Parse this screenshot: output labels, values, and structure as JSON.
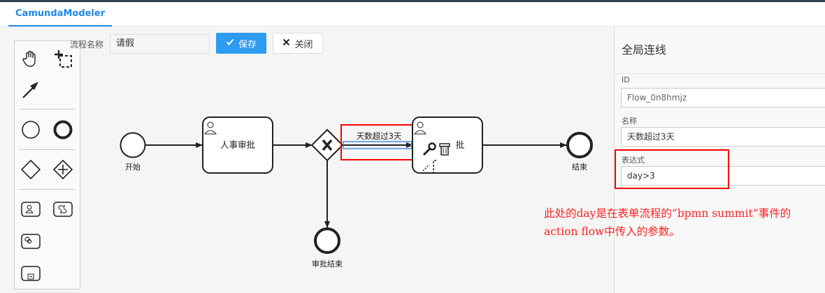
{
  "app": {
    "tab_title": "CamundaModeler"
  },
  "form": {
    "name_label": "流程名称",
    "name_value": "请假",
    "save_label": "保存",
    "close_label": "关闭"
  },
  "diagram": {
    "start_event_label": "开始",
    "hr_task_label": "人事审批",
    "task2_label": "批",
    "flow_label": "天数超过3天",
    "end_event_label": "结束",
    "approve_end_label": "审批结束"
  },
  "panel": {
    "title": "全局连线",
    "id_label": "ID",
    "id_value": "Flow_0n8hmjz",
    "name_label": "名称",
    "name_value": "天数超过3天",
    "expr_label": "表达式",
    "expr_value": "day>3"
  },
  "annotation": {
    "text": "此处的day是在表单流程的“bpmn summit”事件的action flow中传入的参数。"
  },
  "colors": {
    "accent": "#1e88e5",
    "save_button": "#2d9bf0",
    "highlight": "#ff0000",
    "selection": "#4a90e2"
  }
}
